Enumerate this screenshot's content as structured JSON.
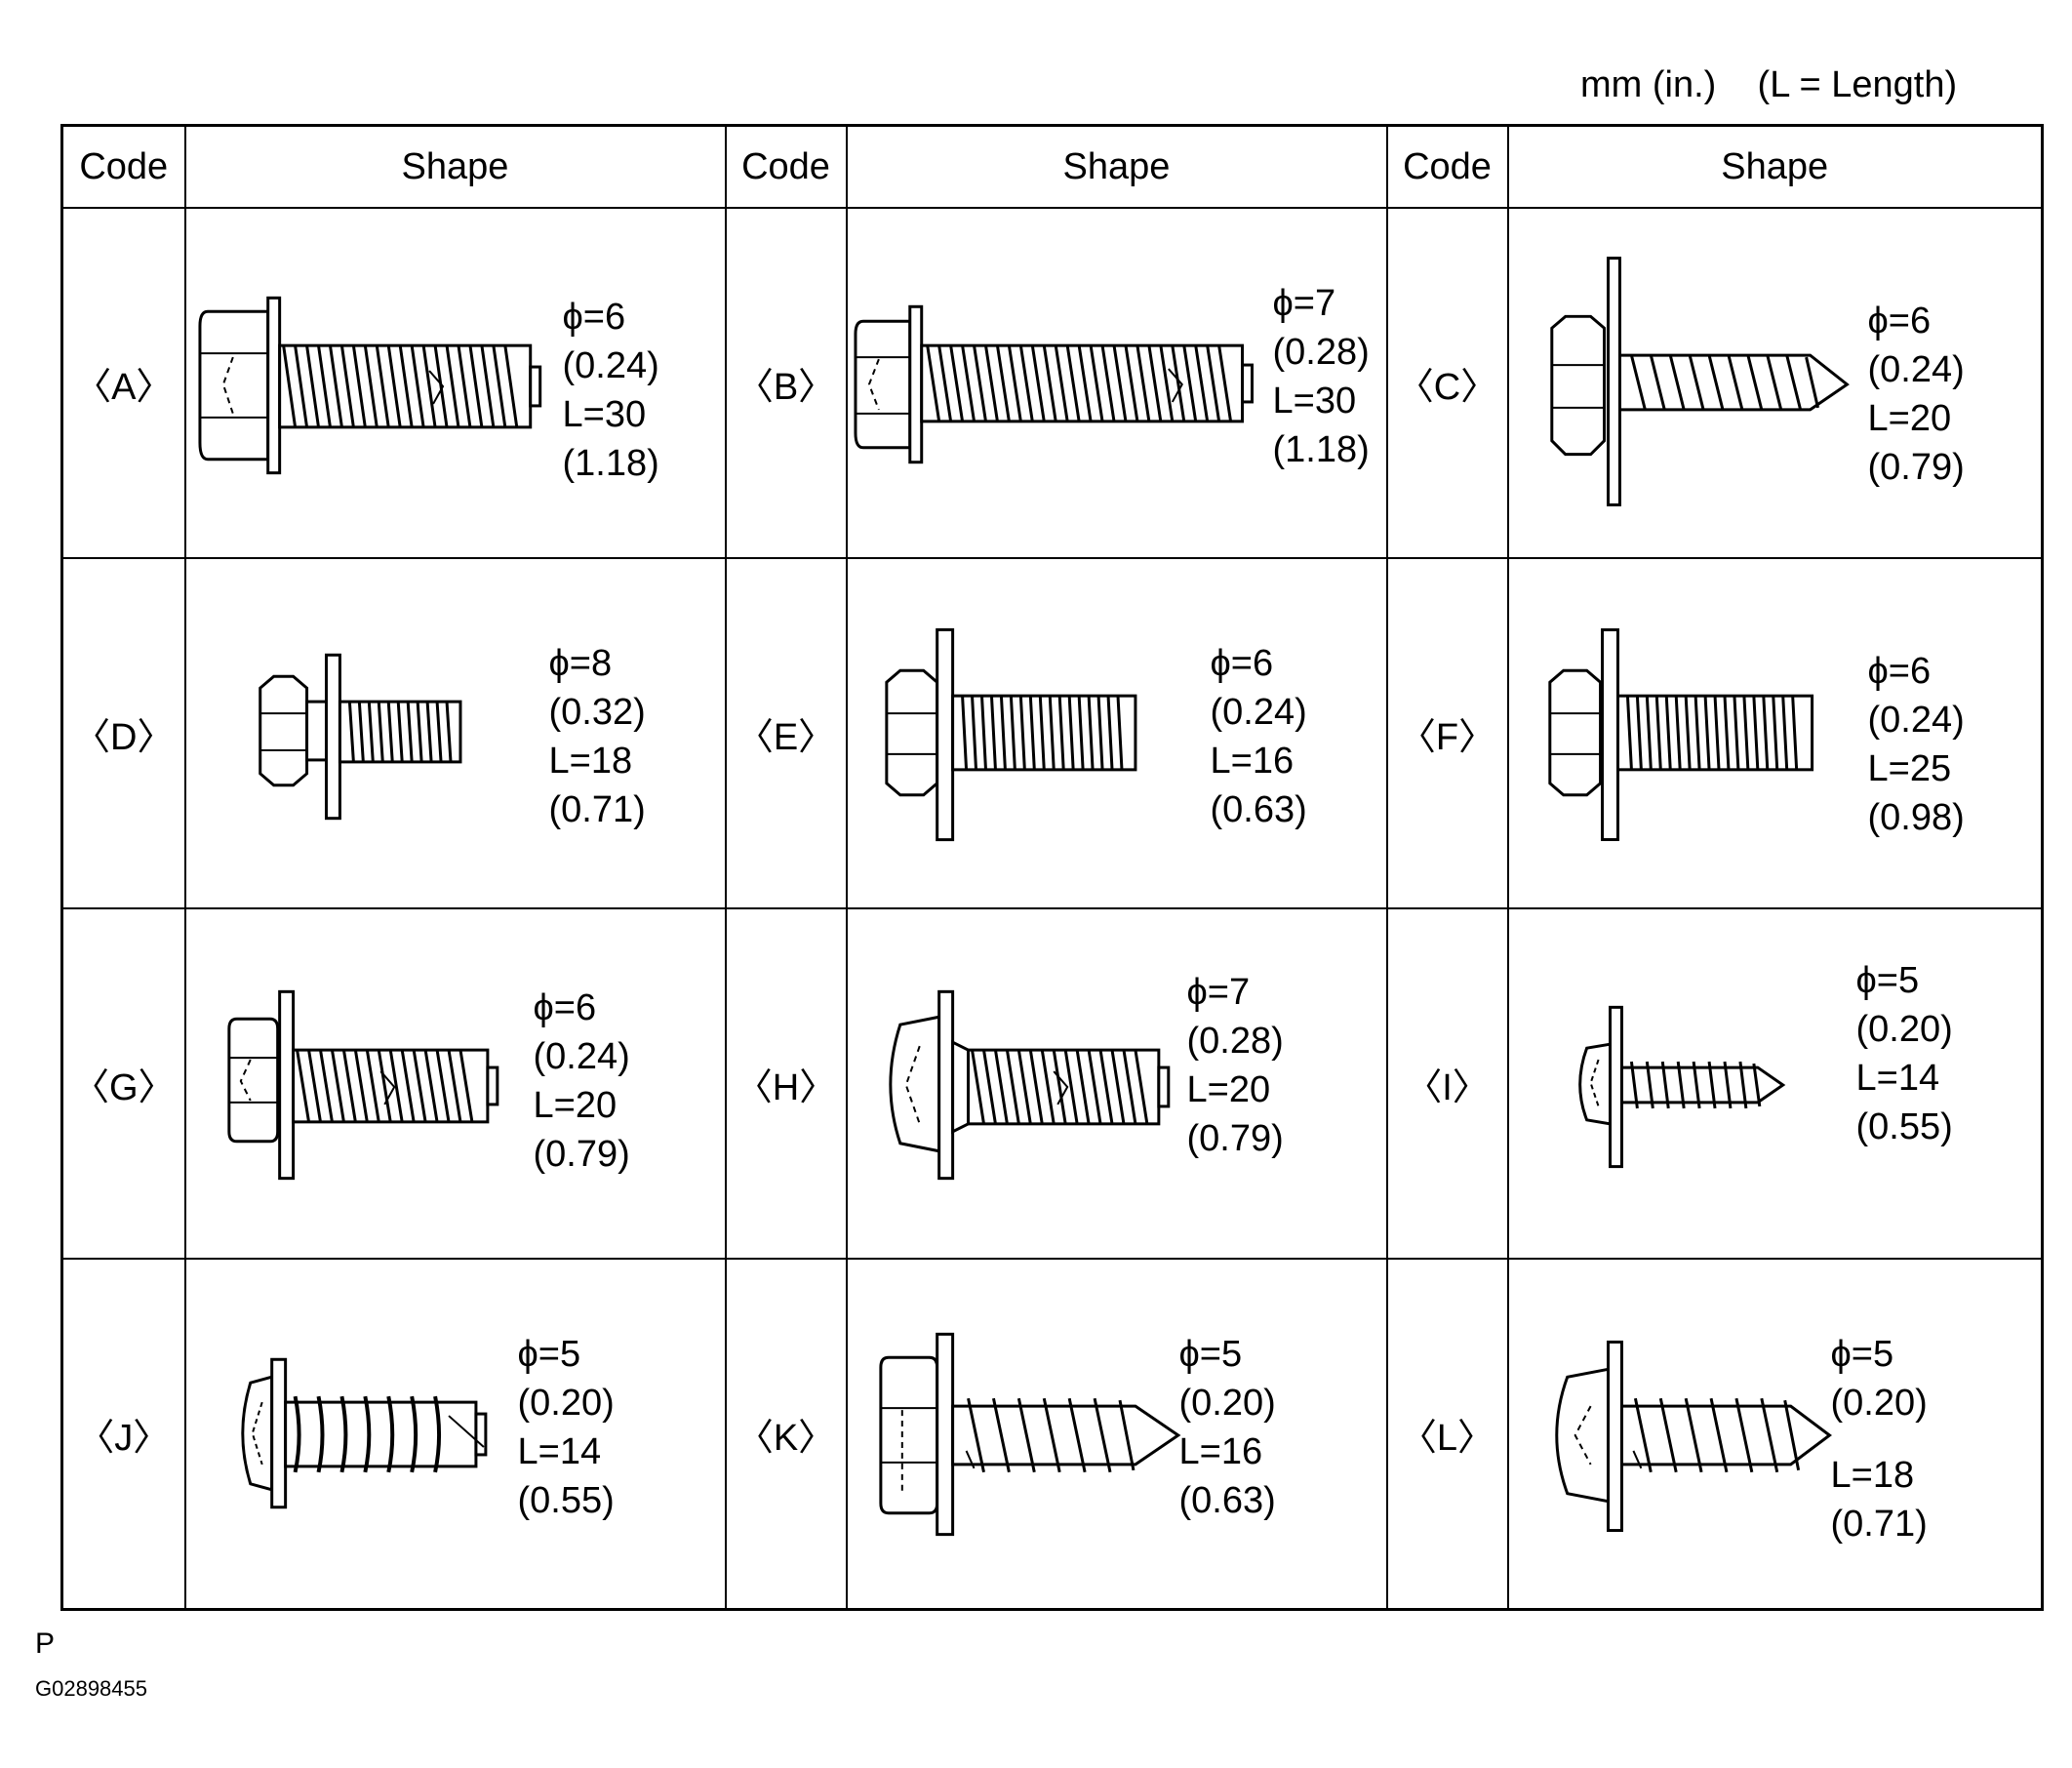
{
  "units_note": "mm (in.)    (L = Length)",
  "headers": [
    "Code",
    "Shape",
    "Code",
    "Shape",
    "Code",
    "Shape"
  ],
  "fasteners": [
    {
      "code": "〈A〉",
      "kind": "flange-hex-bolt",
      "spec": [
        "ϕ=6",
        "(0.24)",
        "L=30",
        "(1.18)"
      ]
    },
    {
      "code": "〈B〉",
      "kind": "flange-hex-bolt-long",
      "spec": [
        "ϕ=7",
        "(0.28)",
        "L=30",
        "(1.18)"
      ]
    },
    {
      "code": "〈C〉",
      "kind": "hex-washer-screw",
      "spec": [
        "ϕ=6",
        "(0.24)",
        "L=20",
        "(0.79)"
      ]
    },
    {
      "code": "〈D〉",
      "kind": "hex-washer-bolt",
      "spec": [
        "ϕ=8",
        "(0.32)",
        "L=18",
        "(0.71)"
      ]
    },
    {
      "code": "〈E〉",
      "kind": "hex-washer-bolt",
      "spec": [
        "ϕ=6",
        "(0.24)",
        "L=16",
        "(0.63)"
      ]
    },
    {
      "code": "〈F〉",
      "kind": "hex-washer-bolt",
      "spec": [
        "ϕ=6",
        "(0.24)",
        "L=25",
        "(0.98)"
      ]
    },
    {
      "code": "〈G〉",
      "kind": "hex-washer-tapping",
      "spec": [
        "ϕ=6",
        "(0.24)",
        "L=20",
        "(0.79)"
      ]
    },
    {
      "code": "〈H〉",
      "kind": "pan-washer-tapping",
      "spec": [
        "ϕ=7",
        "(0.28)",
        "L=20",
        "(0.79)"
      ]
    },
    {
      "code": "〈I〉",
      "kind": "pan-washer-screw",
      "spec": [
        "ϕ=5",
        "(0.20)",
        "L=14",
        "(0.55)"
      ]
    },
    {
      "code": "〈J〉",
      "kind": "pan-washer-coarse",
      "spec": [
        "ϕ=5",
        "(0.20)",
        "L=14",
        "(0.55)"
      ]
    },
    {
      "code": "〈K〉",
      "kind": "hex-washer-screw-wide",
      "spec": [
        "ϕ=5",
        "(0.20)",
        "L=16",
        "(0.63)"
      ]
    },
    {
      "code": "〈L〉",
      "kind": "pan-washer-screw-wide",
      "spec": [
        "ϕ=5",
        "(0.20)",
        "L=18",
        "(0.71)"
      ]
    }
  ],
  "footer": {
    "letter": "P",
    "figure_id": "G02898455"
  }
}
